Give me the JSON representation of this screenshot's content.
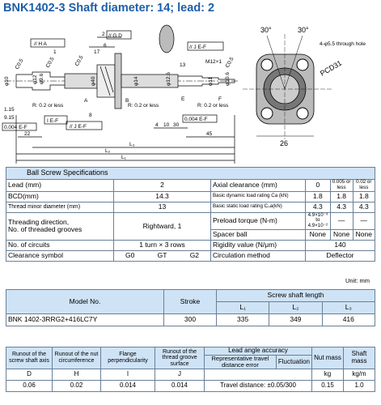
{
  "title": "BNK1402-3 Shaft diameter: 14; lead: 2",
  "drawing": {
    "labels": {
      "gd_h_a": "// H A",
      "gd_g_d": "// G D",
      "gd_j_ef": "// J E-F",
      "gd_i_ef": "I E-F",
      "gd_j2_ef": "// J E-F",
      "r02a": "R: 0.2 or less",
      "r02b": "R: 0.2 or less",
      "r02c": "R: 0.2 or less",
      "c05a": "C0.5",
      "c05b": "C0.5",
      "c05c": "C0.5",
      "c05d": "C0.5",
      "d10": "φ10",
      "d12": "φ12",
      "d96": "φ9.6",
      "d40": "φ40",
      "d14": "φ14",
      "d126": "φ12.6",
      "d106": "φ10.6",
      "d11": "φ11",
      "m12": "M12×1",
      "n1": "1",
      "n2": "2",
      "n17": "17",
      "n13": "13",
      "n6": "6",
      "n115": "1.15",
      "n915": "9.15",
      "n4": "4",
      "n10": "10",
      "n30": "30",
      "n45": "45",
      "n22": "22",
      "n8": "8",
      "L3": "L₃",
      "L2": "L₂",
      "L1": "L₁",
      "A": "A",
      "B": "B",
      "E": "E",
      "F": "F",
      "ref_a": "0.004 E-F",
      "ref_b": "0.004 E-F",
      "ang1": "30°",
      "ang2": "30°",
      "holes": "4-φ5.5 through hole",
      "pcd": "PCD31",
      "w26": "26"
    }
  },
  "spec": {
    "header": "Ball Screw Specifications",
    "rows": [
      {
        "label": "Lead (mm)",
        "value": "2",
        "rlabel": "Axial clearance (mm)",
        "r1": "0",
        "r2": "0.005 or less",
        "r3": "0.02 or less"
      },
      {
        "label": "BCD(mm)",
        "value": "14.3",
        "rlabel": "Basic dynamic load rating Ca (kN)",
        "r1": "1.8",
        "r2": "1.8",
        "r3": "1.8"
      },
      {
        "label": "Thread minor diameter (mm)",
        "value": "13",
        "rlabel": "Basic static load rating C₀a(kN)",
        "r1": "4.3",
        "r2": "4.3",
        "r3": "4.3"
      }
    ],
    "threading_label_1": "Threading direction,",
    "threading_label_2": "No. of threaded grooves",
    "threading_value": "Rightward, 1",
    "preload_label": "Preload torque (N-m)",
    "preload_v1_a": "4.9×10⁻³",
    "preload_v1_b": "to 4.9×10⁻²",
    "preload_v2": "—",
    "preload_v3": "—",
    "spacer_label": "Spacer ball",
    "spacer_v1": "None",
    "spacer_v2": "None",
    "spacer_v3": "None",
    "circuits_label": "No. of circuits",
    "circuits_value": "1 turn × 3 rows",
    "rigidity_label": "Rigidity value (N/μm)",
    "rigidity_value": "140",
    "clearance_label": "Clearance symbol",
    "clearance_g0": "G0",
    "clearance_gt": "GT",
    "clearance_g2": "G2",
    "circulation_label": "Circulation method",
    "circulation_value": "Deflector"
  },
  "unit_note": "Unit: mm",
  "model_table": {
    "h_model": "Model No.",
    "h_stroke": "Stroke",
    "h_length": "Screw shaft length",
    "h_l1": "L₁",
    "h_l2": "L₂",
    "h_l3": "L₃",
    "model": "BNK 1402-3RRG2+416LC7Y",
    "stroke": "300",
    "l1": "335",
    "l2": "349",
    "l3": "416"
  },
  "runout_table": {
    "h_d": "Runout of the screw shaft axis",
    "h_h": "Runout of the nut circumference",
    "h_i": "Flange perpendicularity",
    "h_j": "Runout of the thread groove surface",
    "h_lead": "Lead angle accuracy",
    "h_rep": "Representative travel distance error",
    "h_fluc": "Fluctuation",
    "h_nut": "Nut mass",
    "h_shaft": "Shaft mass",
    "s_d": "D",
    "s_h": "H",
    "s_i": "I",
    "s_j": "J",
    "s_kg": "kg",
    "s_kgm": "kg/m",
    "v_d": "0.06",
    "v_h": "0.02",
    "v_i": "0.014",
    "v_j": "0.014",
    "v_travel": "Travel distance: ±0.05/300",
    "v_nut": "0.15",
    "v_shaft": "1.0"
  }
}
